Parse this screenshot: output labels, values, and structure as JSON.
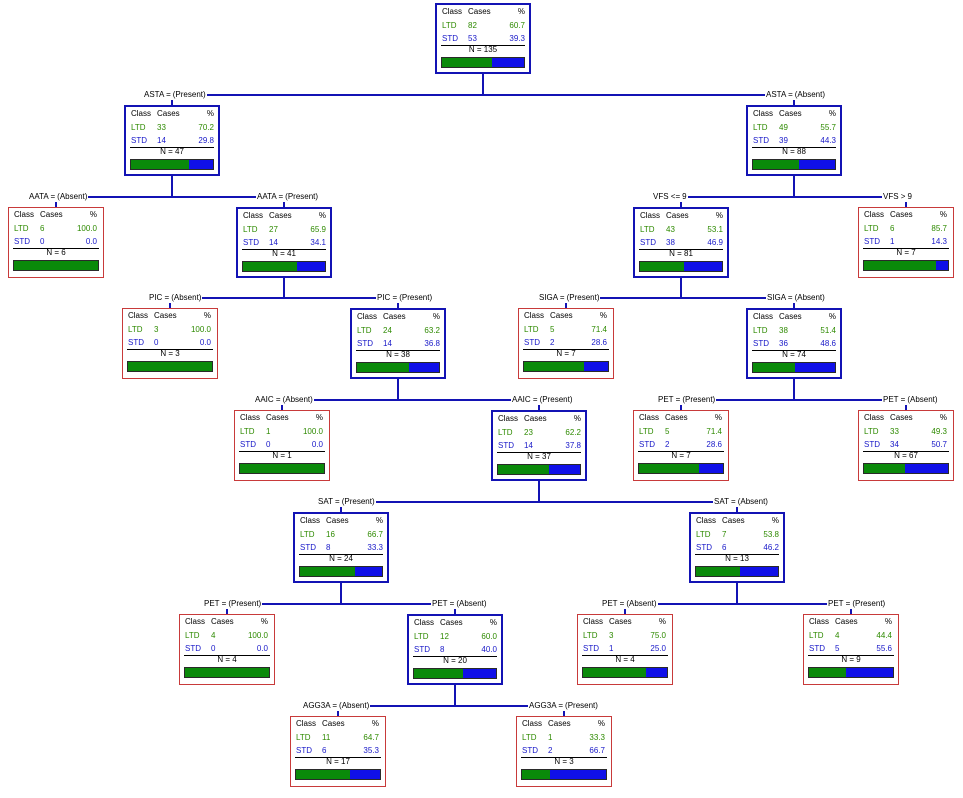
{
  "headers": {
    "class": "Class",
    "cases": "Cases",
    "pct": "%"
  },
  "n_prefix": "N = ",
  "colors": {
    "internal_border": "#1313b4",
    "leaf_border": "#c83a3a",
    "ltd": "#0a8a0a",
    "std": "#1010e8",
    "ltd_text": "#2e8a00",
    "std_text": "#1818c8"
  },
  "nodes": [
    {
      "id": "root",
      "type": "internal",
      "ltd_cases": 82,
      "ltd_pct": "60.7",
      "std_cases": 53,
      "std_pct": "39.3",
      "n": 135
    },
    {
      "id": "asta-present",
      "type": "internal",
      "split_var": "ASTA =",
      "split_val": "(Present)",
      "ltd_cases": 33,
      "ltd_pct": "70.2",
      "std_cases": 14,
      "std_pct": "29.8",
      "n": 47
    },
    {
      "id": "asta-absent",
      "type": "internal",
      "split_var": "ASTA =",
      "split_val": "(Absent)",
      "ltd_cases": 49,
      "ltd_pct": "55.7",
      "std_cases": 39,
      "std_pct": "44.3",
      "n": 88
    },
    {
      "id": "aata-absent",
      "type": "leaf",
      "split_var": "AATA =",
      "split_val": "(Absent)",
      "ltd_cases": 6,
      "ltd_pct": "100.0",
      "std_cases": 0,
      "std_pct": "0.0",
      "n": 6
    },
    {
      "id": "aata-present",
      "type": "internal",
      "split_var": "AATA =",
      "split_val": "(Present)",
      "ltd_cases": 27,
      "ltd_pct": "65.9",
      "std_cases": 14,
      "std_pct": "34.1",
      "n": 41
    },
    {
      "id": "vfs-le9",
      "type": "internal",
      "split_var": "VFS <=",
      "split_val": "9",
      "ltd_cases": 43,
      "ltd_pct": "53.1",
      "std_cases": 38,
      "std_pct": "46.9",
      "n": 81
    },
    {
      "id": "vfs-gt9",
      "type": "leaf",
      "split_var": "VFS >",
      "split_val": "9",
      "ltd_cases": 6,
      "ltd_pct": "85.7",
      "std_cases": 1,
      "std_pct": "14.3",
      "n": 7
    },
    {
      "id": "pic-absent",
      "type": "leaf",
      "split_var": "PIC =",
      "split_val": "(Absent)",
      "ltd_cases": 3,
      "ltd_pct": "100.0",
      "std_cases": 0,
      "std_pct": "0.0",
      "n": 3
    },
    {
      "id": "pic-present",
      "type": "internal",
      "split_var": "PIC =",
      "split_val": "(Present)",
      "ltd_cases": 24,
      "ltd_pct": "63.2",
      "std_cases": 14,
      "std_pct": "36.8",
      "n": 38
    },
    {
      "id": "siga-present",
      "type": "leaf",
      "split_var": "SIGA =",
      "split_val": "(Present)",
      "ltd_cases": 5,
      "ltd_pct": "71.4",
      "std_cases": 2,
      "std_pct": "28.6",
      "n": 7
    },
    {
      "id": "siga-absent",
      "type": "internal",
      "split_var": "SIGA =",
      "split_val": "(Absent)",
      "ltd_cases": 38,
      "ltd_pct": "51.4",
      "std_cases": 36,
      "std_pct": "48.6",
      "n": 74
    },
    {
      "id": "aaic-absent",
      "type": "leaf",
      "split_var": "AAIC =",
      "split_val": "(Absent)",
      "ltd_cases": 1,
      "ltd_pct": "100.0",
      "std_cases": 0,
      "std_pct": "0.0",
      "n": 1
    },
    {
      "id": "aaic-present",
      "type": "internal",
      "split_var": "AAIC =",
      "split_val": "(Present)",
      "ltd_cases": 23,
      "ltd_pct": "62.2",
      "std_cases": 14,
      "std_pct": "37.8",
      "n": 37
    },
    {
      "id": "pet-present-r",
      "type": "leaf",
      "split_var": "PET =",
      "split_val": "(Present)",
      "ltd_cases": 5,
      "ltd_pct": "71.4",
      "std_cases": 2,
      "std_pct": "28.6",
      "n": 7
    },
    {
      "id": "pet-absent-r",
      "type": "leaf",
      "split_var": "PET =",
      "split_val": "(Absent)",
      "ltd_cases": 33,
      "ltd_pct": "49.3",
      "std_cases": 34,
      "std_pct": "50.7",
      "n": 67
    },
    {
      "id": "sat-present",
      "type": "internal",
      "split_var": "SAT =",
      "split_val": "(Present)",
      "ltd_cases": 16,
      "ltd_pct": "66.7",
      "std_cases": 8,
      "std_pct": "33.3",
      "n": 24
    },
    {
      "id": "sat-absent",
      "type": "internal",
      "split_var": "SAT =",
      "split_val": "(Absent)",
      "ltd_cases": 7,
      "ltd_pct": "53.8",
      "std_cases": 6,
      "std_pct": "46.2",
      "n": 13
    },
    {
      "id": "pet-present-a",
      "type": "leaf",
      "split_var": "PET =",
      "split_val": "(Present)",
      "ltd_cases": 4,
      "ltd_pct": "100.0",
      "std_cases": 0,
      "std_pct": "0.0",
      "n": 4
    },
    {
      "id": "pet-absent-a",
      "type": "internal",
      "split_var": "PET =",
      "split_val": "(Absent)",
      "ltd_cases": 12,
      "ltd_pct": "60.0",
      "std_cases": 8,
      "std_pct": "40.0",
      "n": 20
    },
    {
      "id": "pet-absent-b",
      "type": "leaf",
      "split_var": "PET =",
      "split_val": "(Absent)",
      "ltd_cases": 3,
      "ltd_pct": "75.0",
      "std_cases": 1,
      "std_pct": "25.0",
      "n": 4
    },
    {
      "id": "pet-present-b",
      "type": "leaf",
      "split_var": "PET =",
      "split_val": "(Present)",
      "ltd_cases": 4,
      "ltd_pct": "44.4",
      "std_cases": 5,
      "std_pct": "55.6",
      "n": 9
    },
    {
      "id": "agg3a-absent",
      "type": "leaf",
      "split_var": "AGG3A =",
      "split_val": "(Absent)",
      "ltd_cases": 11,
      "ltd_pct": "64.7",
      "std_cases": 6,
      "std_pct": "35.3",
      "n": 17
    },
    {
      "id": "agg3a-present",
      "type": "leaf",
      "split_var": "AGG3A =",
      "split_val": "(Present)",
      "ltd_cases": 1,
      "ltd_pct": "33.3",
      "std_cases": 2,
      "std_pct": "66.7",
      "n": 3
    }
  ],
  "edges": [
    [
      "root",
      "asta-present",
      "asta-absent"
    ],
    [
      "asta-present",
      "aata-absent",
      "aata-present"
    ],
    [
      "asta-absent",
      "vfs-le9",
      "vfs-gt9"
    ],
    [
      "aata-present",
      "pic-absent",
      "pic-present"
    ],
    [
      "vfs-le9",
      "siga-present",
      "siga-absent"
    ],
    [
      "pic-present",
      "aaic-absent",
      "aaic-present"
    ],
    [
      "siga-absent",
      "pet-present-r",
      "pet-absent-r"
    ],
    [
      "aaic-present",
      "sat-present",
      "sat-absent"
    ],
    [
      "sat-present",
      "pet-present-a",
      "pet-absent-a"
    ],
    [
      "sat-absent",
      "pet-absent-b",
      "pet-present-b"
    ],
    [
      "pet-absent-a",
      "agg3a-absent",
      "agg3a-present"
    ]
  ]
}
